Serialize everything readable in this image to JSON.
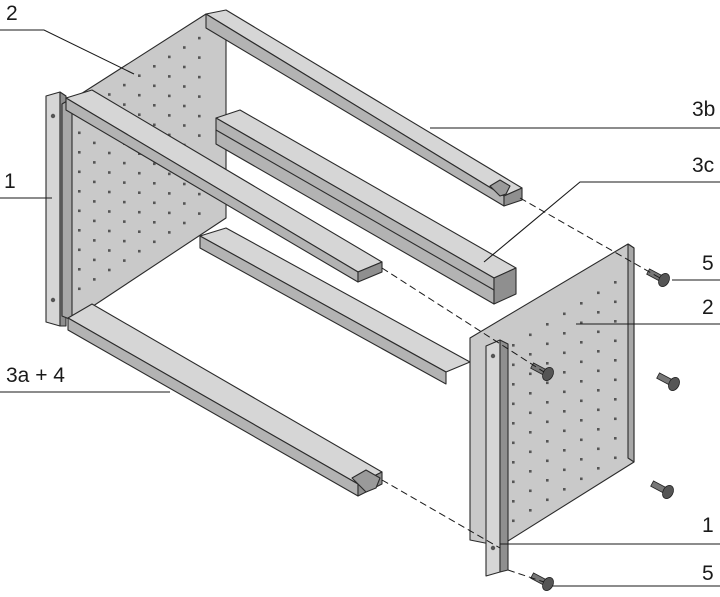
{
  "labels": {
    "side_panel_top": "2",
    "rail_3b": "3b",
    "rail_3c": "3c",
    "front_flange_left": "1",
    "screw_top": "5",
    "side_panel_right": "2",
    "rail_3a": "3a + 4",
    "front_flange_right": "1",
    "screw_bottom": "5"
  },
  "colors": {
    "panel": "#c9c9c9",
    "rail": "#b3b3b3",
    "outline": "#2b2b2b"
  }
}
